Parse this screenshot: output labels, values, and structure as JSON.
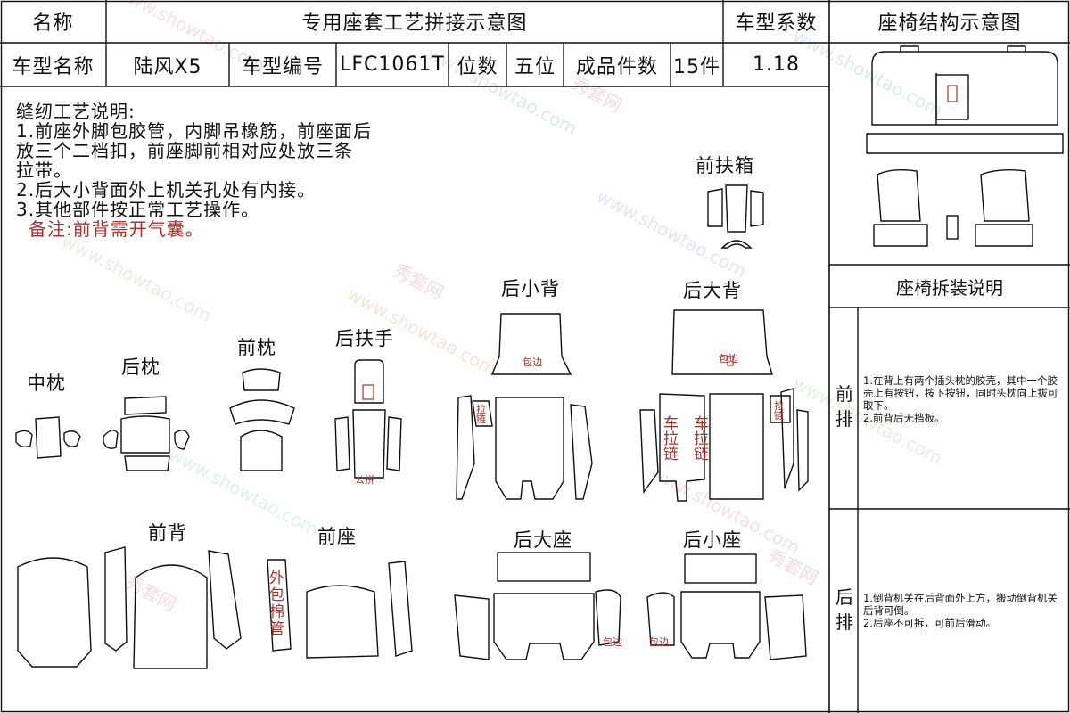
{
  "header": {
    "name_label": "名称",
    "diagram_title": "专用座套工艺拼接示意图",
    "coef_label": "车型系数",
    "seat_structure_title": "座椅结构示意图"
  },
  "info_row": {
    "model_name_label": "车型名称",
    "model_name": "陆风X5",
    "model_code_label": "车型编号",
    "model_code": "LFC1061T",
    "seat_count_label": "位数",
    "seat_count": "五位",
    "piece_count_label": "成品件数",
    "piece_count": "15件",
    "coefficient": "1.18"
  },
  "sewing_notes": {
    "heading": "缝纫工艺说明:",
    "lines": [
      "1.前座外脚包胶管，内脚吊橡筋，前座面后",
      "放三个二档扣，前座脚前相对应处放三条",
      "拉带。",
      "2.后大小背面外上机关孔处有内接。",
      "3.其他部件按正常工艺操作。"
    ],
    "remark": "备注:前背需开气囊。"
  },
  "parts": {
    "front_armrest_box": "前扶箱",
    "rear_small_back": "后小背",
    "rear_large_back": "后大背",
    "middle_pillow": "中枕",
    "rear_pillow": "后枕",
    "front_pillow": "前枕",
    "rear_armrest": "后扶手",
    "front_back": "前背",
    "front_seat": "前座",
    "rear_large_seat": "后大座",
    "rear_small_seat": "后小座"
  },
  "marks": {
    "hem_edge": "包边",
    "public_hem": "公拼",
    "zipper": "车拉链",
    "zipper_short": "拉链",
    "outer_hose": "外包棉管",
    "hem_short": "包边"
  },
  "disassembly": {
    "title": "座椅拆装说明",
    "front_row_label": "前排",
    "front_row_lines": [
      "1.在背上有两个插头枕的胶壳，其中一个胶壳上有按钮，按下按钮，同时头枕向上拔可取下。",
      "2.前背后无挡板。"
    ],
    "rear_row_label": "后排",
    "rear_row_lines": [
      "1.倒背机关在后背面外上方，搬动倒背机关后背可倒。",
      "2.后座不可拆，可前后滑动。"
    ]
  },
  "watermark": {
    "brand": "秀套网",
    "url": "www.showtao.com"
  },
  "colors": {
    "line": "#111111",
    "mark_red": "#b0302a"
  }
}
